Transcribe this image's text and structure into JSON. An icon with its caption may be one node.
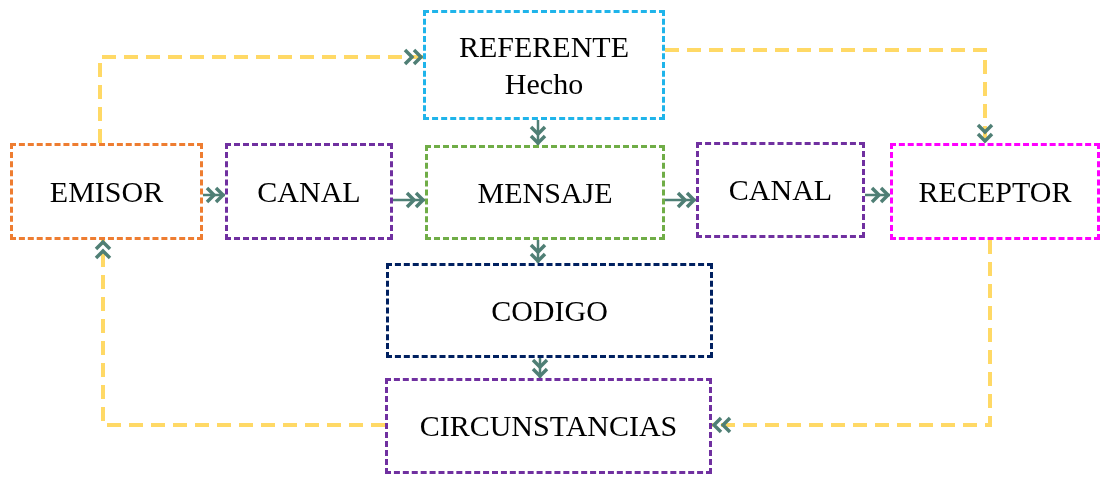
{
  "diagram": {
    "nodes": [
      {
        "text": [
          "REFERENTE",
          "Hecho"
        ]
      },
      {
        "text": [
          "EMISOR"
        ]
      },
      {
        "text": [
          "CANAL"
        ]
      },
      {
        "text": [
          "MENSAJE"
        ]
      },
      {
        "text": [
          "CANAL"
        ]
      },
      {
        "text": [
          "RECEPTOR"
        ]
      },
      {
        "text": [
          "CODIGO"
        ]
      },
      {
        "text": [
          "CIRCUNSTANCIAS"
        ]
      }
    ],
    "edges": [
      {
        "from": 1,
        "to": 0,
        "arrow": "to",
        "style": "dashed",
        "color": "#ffd966"
      },
      {
        "from": 0,
        "to": 5,
        "arrow": "to",
        "style": "dashed",
        "color": "#ffd966"
      },
      {
        "from": 0,
        "to": 3,
        "arrow": "to"
      },
      {
        "from": 1,
        "to": 2,
        "arrow": "to"
      },
      {
        "from": 2,
        "to": 3,
        "arrow": "to"
      },
      {
        "from": 3,
        "to": 4,
        "arrow": "to"
      },
      {
        "from": 4,
        "to": 5,
        "arrow": "to"
      },
      {
        "from": 3,
        "to": 6,
        "arrow": "to"
      },
      {
        "from": 6,
        "to": 7,
        "arrow": "to"
      },
      {
        "from": 5,
        "to": 7,
        "arrow": "to",
        "style": "dashed",
        "color": "#ffd966"
      },
      {
        "from": 7,
        "to": 1,
        "arrow": "to",
        "style": "dashed",
        "color": "#ffd966"
      }
    ]
  }
}
